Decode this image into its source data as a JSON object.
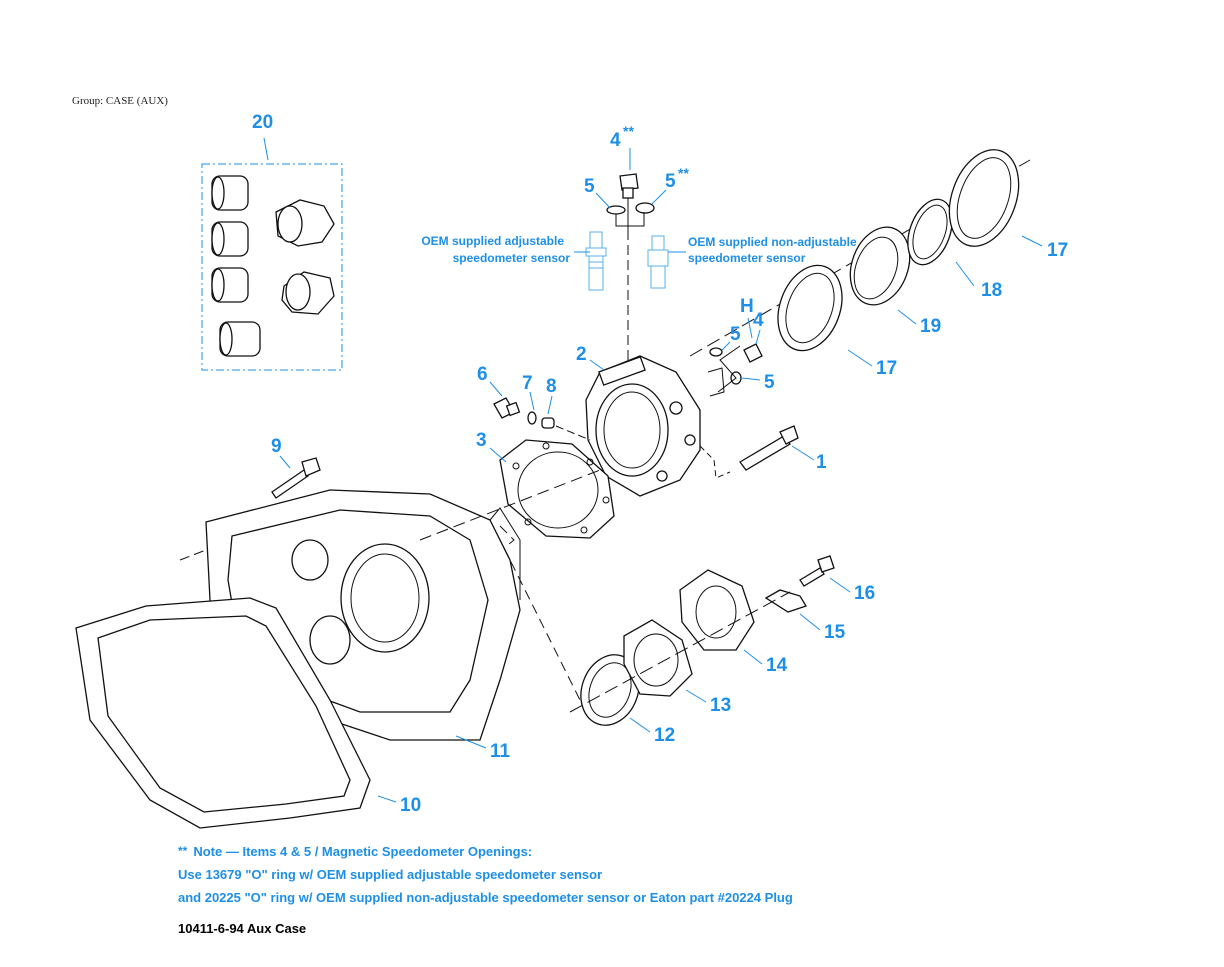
{
  "group_label": "Group: CASE (AUX)",
  "callouts": {
    "c1": "1",
    "c2": "2",
    "c3": "3",
    "c4a": "4",
    "c4b": "4",
    "c5a": "5",
    "c5b": "5",
    "c5c": "5",
    "c5d": "5",
    "c6": "6",
    "c7": "7",
    "c8": "8",
    "c9": "9",
    "c10": "10",
    "c11": "11",
    "c12": "12",
    "c13": "13",
    "c14": "14",
    "c15": "15",
    "c16": "16",
    "c17a": "17",
    "c17b": "17",
    "c18": "18",
    "c19": "19",
    "c20": "20",
    "cH": "H",
    "stars": "**"
  },
  "sensor_labels": {
    "adjustable_line1": "OEM supplied adjustable",
    "adjustable_line2": "speedometer sensor",
    "non_adjustable_line1": "OEM supplied non-adjustable",
    "non_adjustable_line2": "speedometer sensor"
  },
  "note": {
    "stars": "**",
    "line1": "Note — Items 4 & 5 / Magnetic Speedometer Openings:",
    "line2": "Use 13679 \"O\" ring w/ OEM supplied adjustable speedometer sensor",
    "line3": "and 20225 \"O\" ring  w/ OEM supplied non-adjustable speedometer sensor or Eaton part #20224 Plug"
  },
  "figure_ref": "10411-6-94 Aux Case",
  "colors": {
    "callout_blue": "#1e8fe8",
    "sensor_blue": "#5ab0ee",
    "line_black": "#111111"
  }
}
